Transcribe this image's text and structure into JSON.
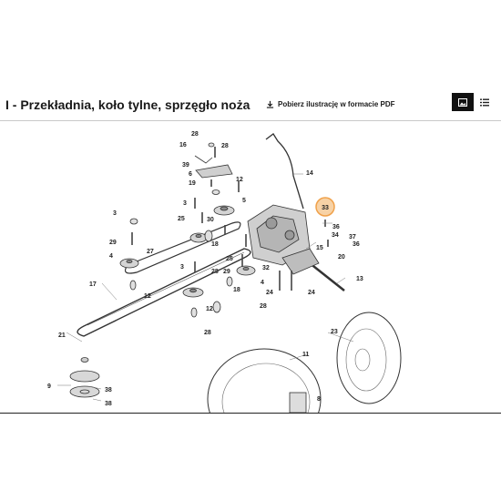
{
  "header": {
    "title": "I - Przekładnia, koło tylne, sprzęgło noża",
    "pdf_link": "Pobierz ilustrację w formacie PDF",
    "view_toggle": {
      "options": [
        "image-view-icon",
        "list-view-icon"
      ],
      "active": "image-view-icon"
    }
  },
  "diagram": {
    "highlighted_part": "33",
    "highlight_color": "#f0a14a",
    "part_labels": [
      "28",
      "16",
      "28",
      "39",
      "6",
      "12",
      "19",
      "3",
      "5",
      "25",
      "30",
      "3",
      "29",
      "27",
      "4",
      "18",
      "3",
      "25",
      "28",
      "29",
      "32",
      "4",
      "24",
      "24",
      "17",
      "12",
      "18",
      "28",
      "12",
      "28",
      "21",
      "14",
      "33",
      "36",
      "34",
      "37",
      "36",
      "20",
      "15",
      "13",
      "23",
      "11",
      "9",
      "38",
      "38",
      "8"
    ]
  }
}
